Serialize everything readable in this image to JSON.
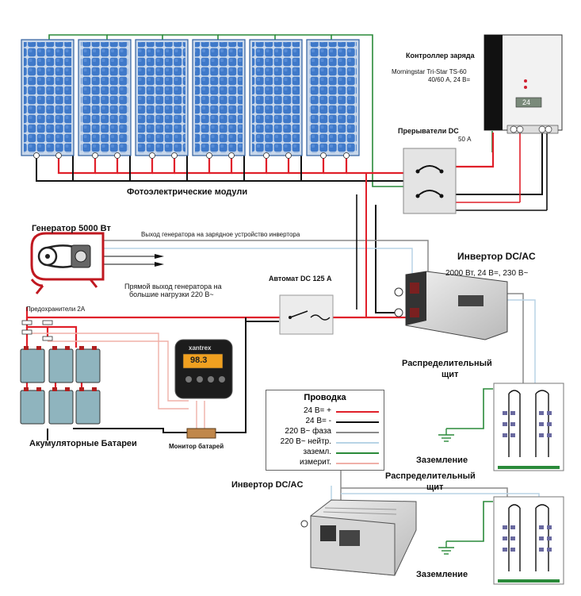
{
  "labels": {
    "pv_modules": "Фотоэлектрические модули",
    "controller_title": "Контроллер заряда",
    "controller_model": "Morningstar Tri-Star TS-60",
    "controller_rating": "40/60 А, 24 В=",
    "controller_display": "24",
    "breakers_dc": "Прерыватели DC",
    "breakers_dc_rating": "50 А",
    "generator": "Генератор 5000 Вт",
    "gen_to_inverter": "Выход генератора на зарядное устройство инвертора",
    "gen_direct_line1": "Прямой выход генератора на",
    "gen_direct_line2": "большие нагрузки 220 В~",
    "inverter1_title": "Инвертор DC/AC",
    "inverter1_rating": "2000 Вт, 24 В=, 230 В~",
    "breaker_dc125": "Автомат DC 125 А",
    "fuses": "Предохранители 2А",
    "distribution1_line1": "Распределительный",
    "distribution1_line2": "щит",
    "ground1": "Заземление",
    "batteries": "Акумуляторные Батареи",
    "battery_monitor": "Монитор батарей",
    "monitor_brand": "xantrex",
    "monitor_display": "98.3",
    "inverter2_title": "Инвертор DC/AC",
    "distribution2_line1": "Распределительный",
    "distribution2_line2": "щит",
    "ground2": "Заземление"
  },
  "legend": {
    "title": "Проводка",
    "items": [
      {
        "label": "24 В= +",
        "color": "#e0202a"
      },
      {
        "label": "24 В= -",
        "color": "#111111"
      },
      {
        "label": "220 В~ фаза",
        "color": "#8a8a8a"
      },
      {
        "label": "220 В~ нейтр.",
        "color": "#b8d4e6"
      },
      {
        "label": "заземл.",
        "color": "#2a8a3a"
      },
      {
        "label": "измерит.",
        "color": "#f0b0a8"
      }
    ]
  },
  "colors": {
    "positive": "#e0202a",
    "negative": "#111111",
    "phase": "#8a8a8a",
    "neutral": "#b8d4e6",
    "ground": "#2a8a3a",
    "measure": "#f0b0a8",
    "panel": "#3f79c9"
  }
}
